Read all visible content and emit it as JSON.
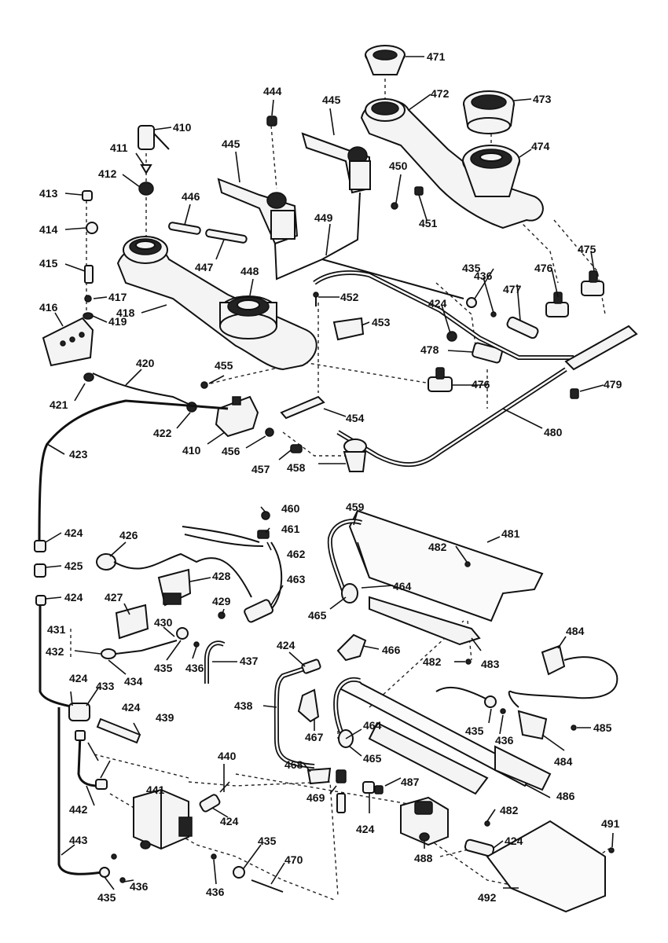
{
  "parts": [
    "410",
    "411",
    "412",
    "413",
    "414",
    "415",
    "416",
    "417",
    "418",
    "419",
    "420",
    "421",
    "422",
    "410",
    "423",
    "444",
    "445",
    "445",
    "446",
    "447",
    "448",
    "449",
    "450",
    "451",
    "452",
    "453",
    "454",
    "455",
    "456",
    "457",
    "458",
    "471",
    "472",
    "473",
    "474",
    "475",
    "476",
    "477",
    "435",
    "436",
    "424",
    "478",
    "476",
    "479",
    "480",
    "424",
    "425",
    "424",
    "426",
    "427",
    "428",
    "429",
    "430",
    "431",
    "432",
    "435",
    "436",
    "433",
    "434",
    "437",
    "424",
    "424",
    "439",
    "442",
    "441",
    "440",
    "424",
    "443",
    "435",
    "436",
    "436",
    "435",
    "470",
    "460",
    "461",
    "462",
    "463",
    "459",
    "482",
    "481",
    "464",
    "465",
    "466",
    "424",
    "483",
    "482",
    "438",
    "467",
    "464",
    "465",
    "468",
    "469",
    "424",
    "487",
    "486",
    "482",
    "484",
    "435",
    "436",
    "485",
    "484",
    "488",
    "424",
    "491",
    "492"
  ]
}
